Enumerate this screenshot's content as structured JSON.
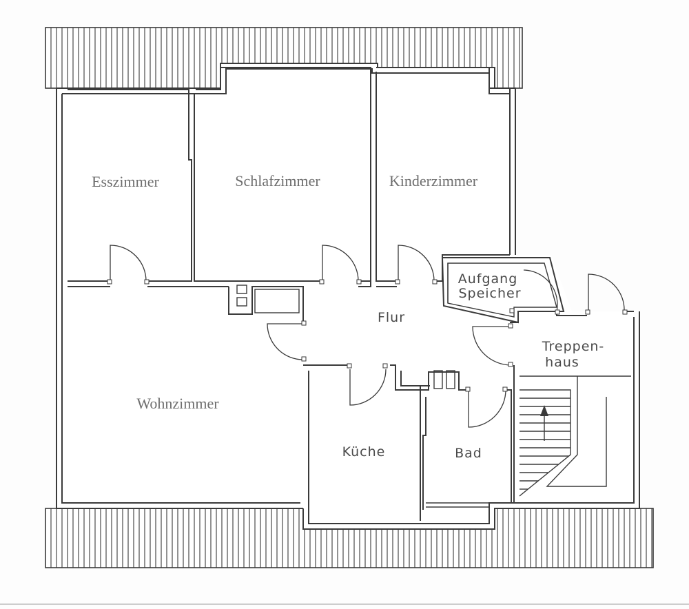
{
  "plan": {
    "rooms": {
      "esszimmer": "Esszimmer",
      "schlafzimmer": "Schlafzimmer",
      "kinderzimmer": "Kinderzimmer",
      "wohnzimmer": "Wohnzimmer",
      "flur": "Flur",
      "kueche": "Küche",
      "bad": "Bad",
      "aufgang_line1": "Aufgang",
      "aufgang_line2": "Speicher",
      "treppenhaus_line1": "Treppen-",
      "treppenhaus_line2": "haus"
    }
  }
}
